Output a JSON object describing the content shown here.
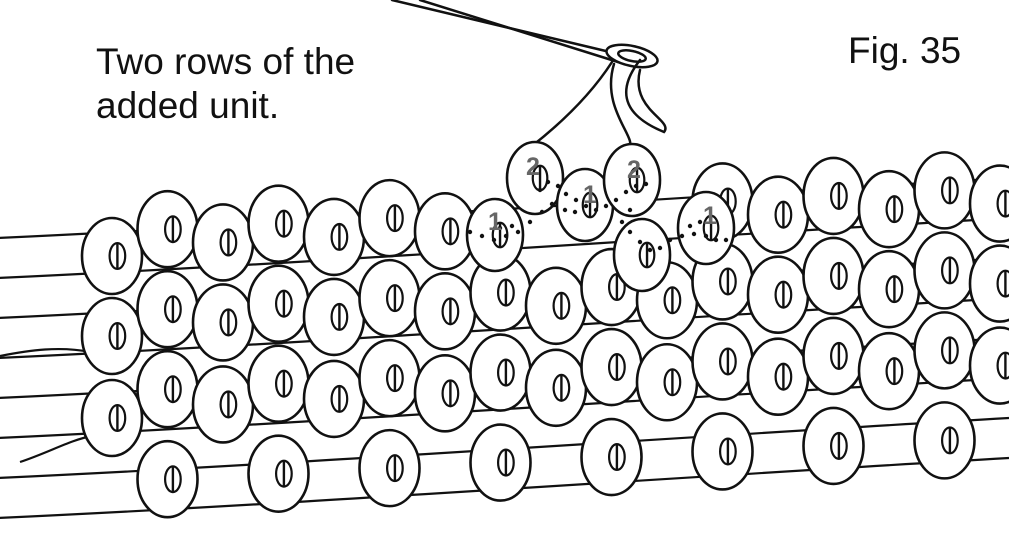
{
  "caption": {
    "line1": "Two rows of the",
    "line2": "added unit."
  },
  "figure_label": "Fig. 35",
  "numbers": {
    "one": "1",
    "two": "2"
  },
  "colors": {
    "ink": "#111111",
    "bead_fill": "#ffffff",
    "number_gray": "#666666"
  }
}
